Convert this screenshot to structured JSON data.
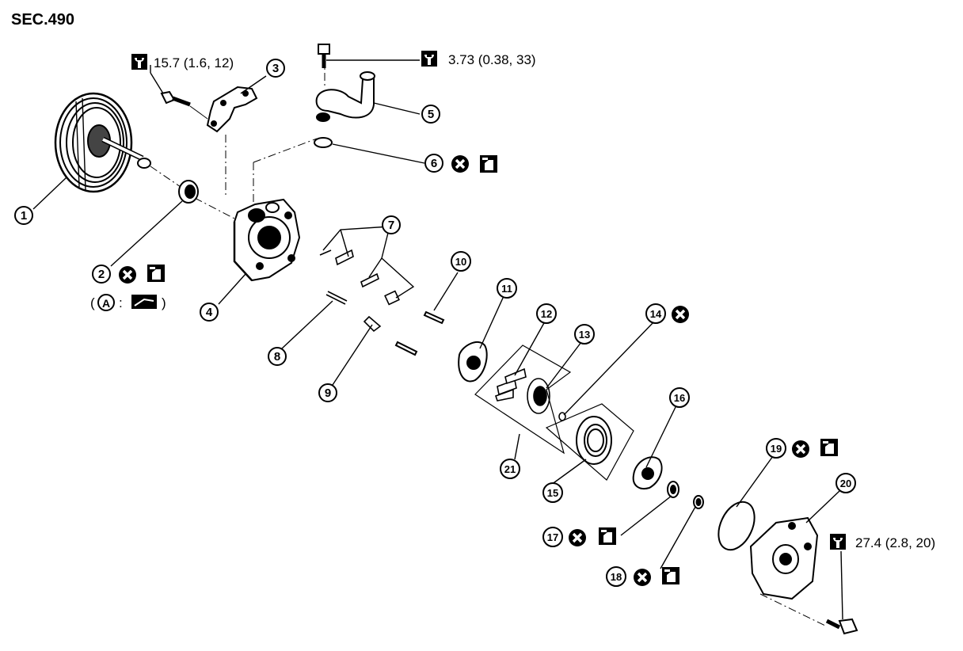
{
  "section": "SEC.490",
  "torque": {
    "t1": "15.7 (1.6, 12)",
    "t2": "3.73 (0.38, 33)",
    "t3": "27.4 (2.8, 20)"
  },
  "note": {
    "open": "(",
    "letter": "A",
    "colon": ":",
    "close": ")"
  },
  "callouts": [
    "1",
    "2",
    "3",
    "4",
    "5",
    "6",
    "7",
    "8",
    "9",
    "10",
    "11",
    "12",
    "13",
    "14",
    "15",
    "16",
    "17",
    "18",
    "19",
    "20",
    "21"
  ]
}
